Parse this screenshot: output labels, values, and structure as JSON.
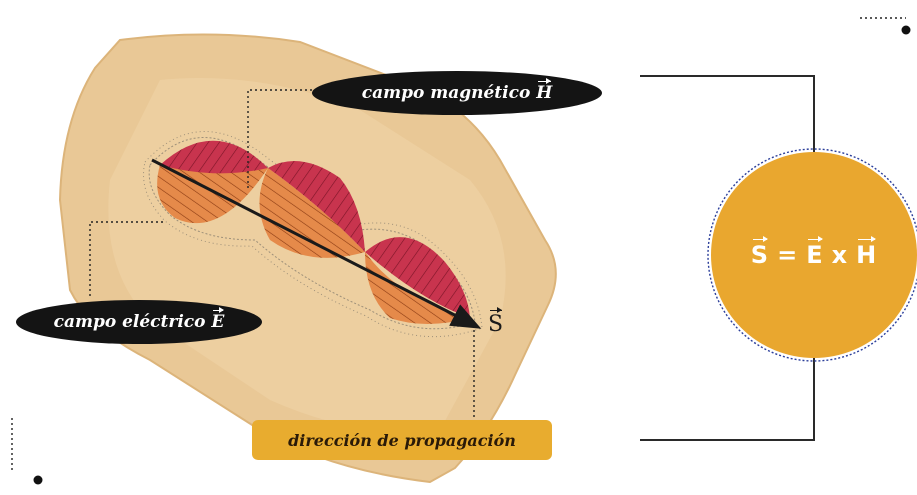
{
  "labels": {
    "magnetic": "campo magnético",
    "magnetic_symbol": "H",
    "electric": "campo eléctrico",
    "electric_symbol": "E",
    "propagation": "dirección de propagación",
    "s_symbol": "S"
  },
  "formula": {
    "lhs": "S",
    "equals": "=",
    "term1": "E",
    "times": "x",
    "term2": "H"
  },
  "colors": {
    "paper": "#e9c896",
    "magnetic_lobe": "#c8344e",
    "electric_lobe": "#e58a4a",
    "accent": "#e9a72f",
    "dark": "#141414"
  }
}
